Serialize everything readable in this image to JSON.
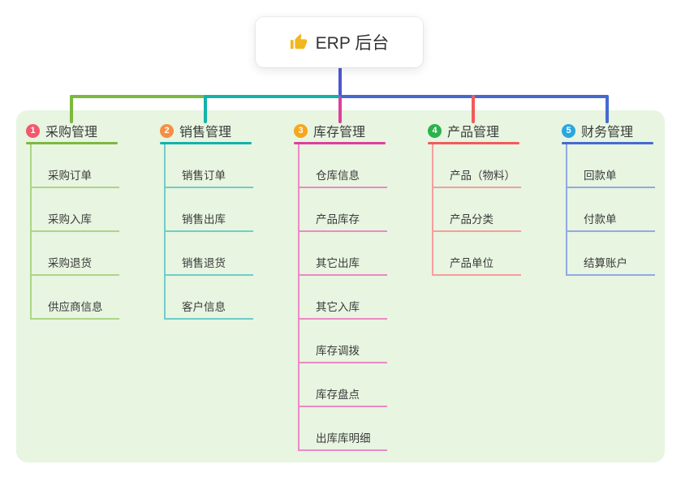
{
  "root": {
    "label": "ERP 后台",
    "icon": "thumbs-up-icon"
  },
  "colors": {
    "root_line": "#4c57cf",
    "panel_bg": "#e7f5e1",
    "root_text": "#333333",
    "node_text": "#3b3b3b"
  },
  "branches": [
    {
      "number": "1",
      "label": "采购管理",
      "color": "#7cb93e",
      "light_color": "#aed488",
      "badge_color": "#f4586d",
      "children": [
        "采购订单",
        "采购入库",
        "采购退货",
        "供应商信息"
      ]
    },
    {
      "number": "2",
      "label": "销售管理",
      "color": "#12b3ab",
      "light_color": "#6fcdc8",
      "badge_color": "#f68f41",
      "children": [
        "销售订单",
        "销售出库",
        "销售退货",
        "客户信息"
      ]
    },
    {
      "number": "3",
      "label": "库存管理",
      "color": "#de3f9b",
      "light_color": "#eb8ac4",
      "badge_color": "#f8a61c",
      "children": [
        "仓库信息",
        "产品库存",
        "其它出库",
        "其它入库",
        "库存调拨",
        "库存盘点",
        "出库库明细"
      ]
    },
    {
      "number": "4",
      "label": "产品管理",
      "color": "#f25b5b",
      "light_color": "#f79d9d",
      "badge_color": "#2bb24c",
      "children": [
        "产品（物料）",
        "产品分类",
        "产品单位"
      ]
    },
    {
      "number": "5",
      "label": "财务管理",
      "color": "#4569d3",
      "light_color": "#92a9e2",
      "badge_color": "#2ba7e0",
      "children": [
        "回款单",
        "付款单",
        "结算账户"
      ]
    }
  ]
}
